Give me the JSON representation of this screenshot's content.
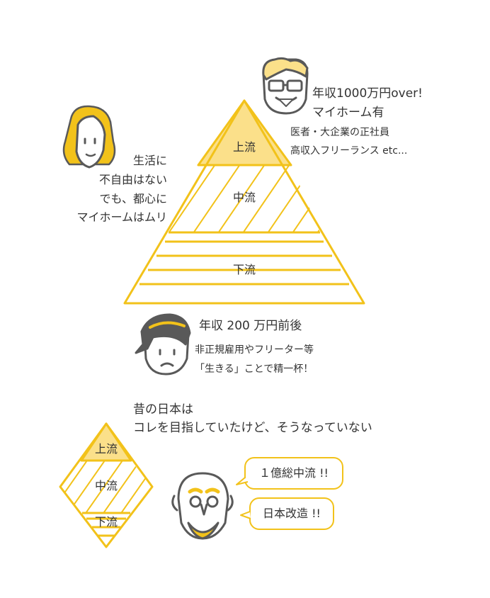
{
  "colors": {
    "accent": "#f2c21a",
    "accent_light": "#fbe08a",
    "line": "#595959"
  },
  "pyramid": {
    "upper": "上流",
    "middle": "中流",
    "lower": "下流"
  },
  "upper_person": {
    "line1": "年収1000万円over!",
    "line2": "マイホーム有",
    "line3": "医者・大企業の正社員",
    "line4": "高収入フリーランス etc..."
  },
  "middle_person": {
    "line1": "生活に",
    "line2": "不自由はない",
    "line3": "でも、都心に",
    "line4": "マイホームはムリ"
  },
  "lower_person": {
    "line1": "年収 200 万円前後",
    "line2": "非正規雇用やフリーター等",
    "line3": "「生きる」ことで精一杯！"
  },
  "past": {
    "line1": "昔の日本は",
    "line2": "コレを目指していたけど、そうなっていない"
  },
  "diamond": {
    "upper": "上流",
    "middle": "中流",
    "lower": "下流"
  },
  "bubbles": {
    "first": "１億総中流 !!",
    "second": "日本改造 !!"
  }
}
